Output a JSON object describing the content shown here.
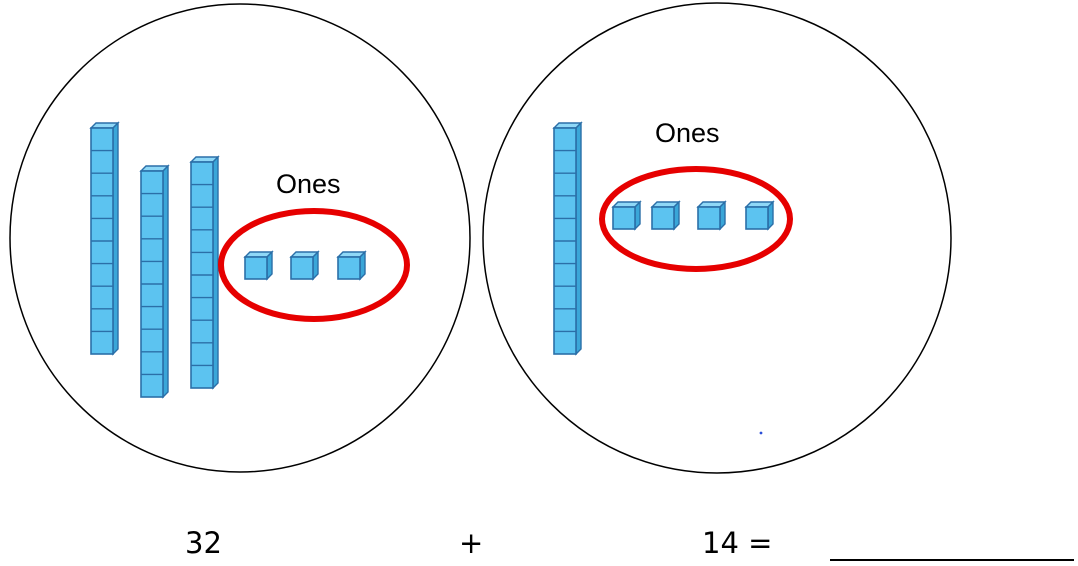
{
  "left_group": {
    "ones_label": "Ones",
    "tens_rods": 3,
    "ones_cubes": 3
  },
  "right_group": {
    "ones_label": "Ones",
    "tens_rods": 1,
    "ones_cubes": 4
  },
  "equation": {
    "first_number": "32",
    "operator": "+",
    "second_number": "14 ="
  },
  "colors": {
    "block_fill": "#5cc3f0",
    "block_edge": "#2b6fa8",
    "ones_ring": "#e60000",
    "outline": "#000000"
  }
}
